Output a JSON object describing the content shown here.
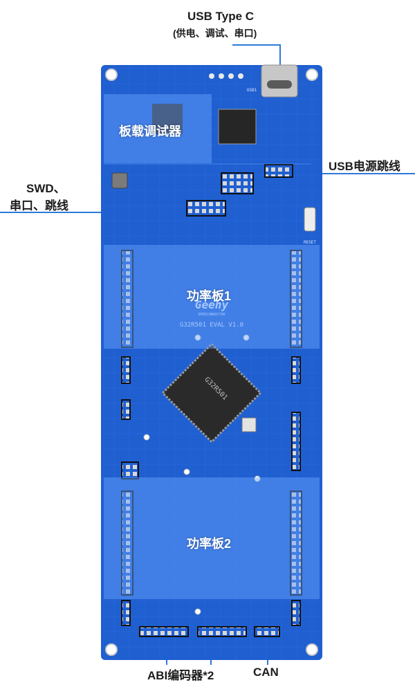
{
  "annotations": {
    "usb_type_c": {
      "title": "USB Type C",
      "subtitle": "(供电、调试、串口)"
    },
    "usb_power_jumper": "USB电源跳线",
    "swd": {
      "line1": "SWD、",
      "line2": "串口、跳线"
    },
    "abi_encoder": "ABI编码器*2",
    "can": "CAN"
  },
  "regions": {
    "debugger": "板载调试器",
    "power_board_1": "功率板1",
    "power_board_2": "功率板2"
  },
  "board": {
    "brand": "Geehy",
    "brand_sub": "SEMICONDUCTOR",
    "model": "G32R501 EVAL V1.0",
    "chip_mark": "G32R501",
    "reset_label": "RESET",
    "usb1_label": "USB1"
  },
  "colors": {
    "board_base": "#1f5fd0",
    "board_dark": "#17469f",
    "overlay": "#4d8ff0",
    "leader_line": "#2b7ad8"
  }
}
